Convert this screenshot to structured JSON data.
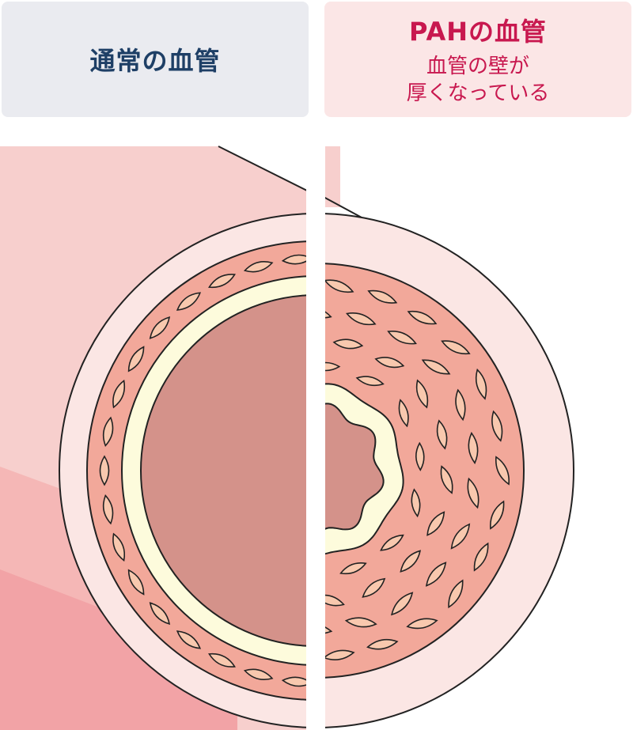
{
  "labels": {
    "normal": {
      "title": "通常の血管"
    },
    "pah": {
      "title": "PAHの血管",
      "subtitle_line1": "血管の壁が",
      "subtitle_line2": "厚くなっている"
    }
  },
  "colors": {
    "normal_label_bg": "#eaebf0",
    "normal_label_text": "#1e3f66",
    "pah_label_bg": "#fbe6e6",
    "pah_label_text": "#c8184f",
    "outer_wall": "#fbe6e4",
    "media": "#f2a89a",
    "cell": "#f8c8ae",
    "intima": "#fdfbdc",
    "lumen": "#d4928a",
    "tube_light": "#f7cfcd",
    "tube_mid": "#f5b7b6",
    "tube_dark": "#f2a3a6",
    "outline": "#222222"
  }
}
